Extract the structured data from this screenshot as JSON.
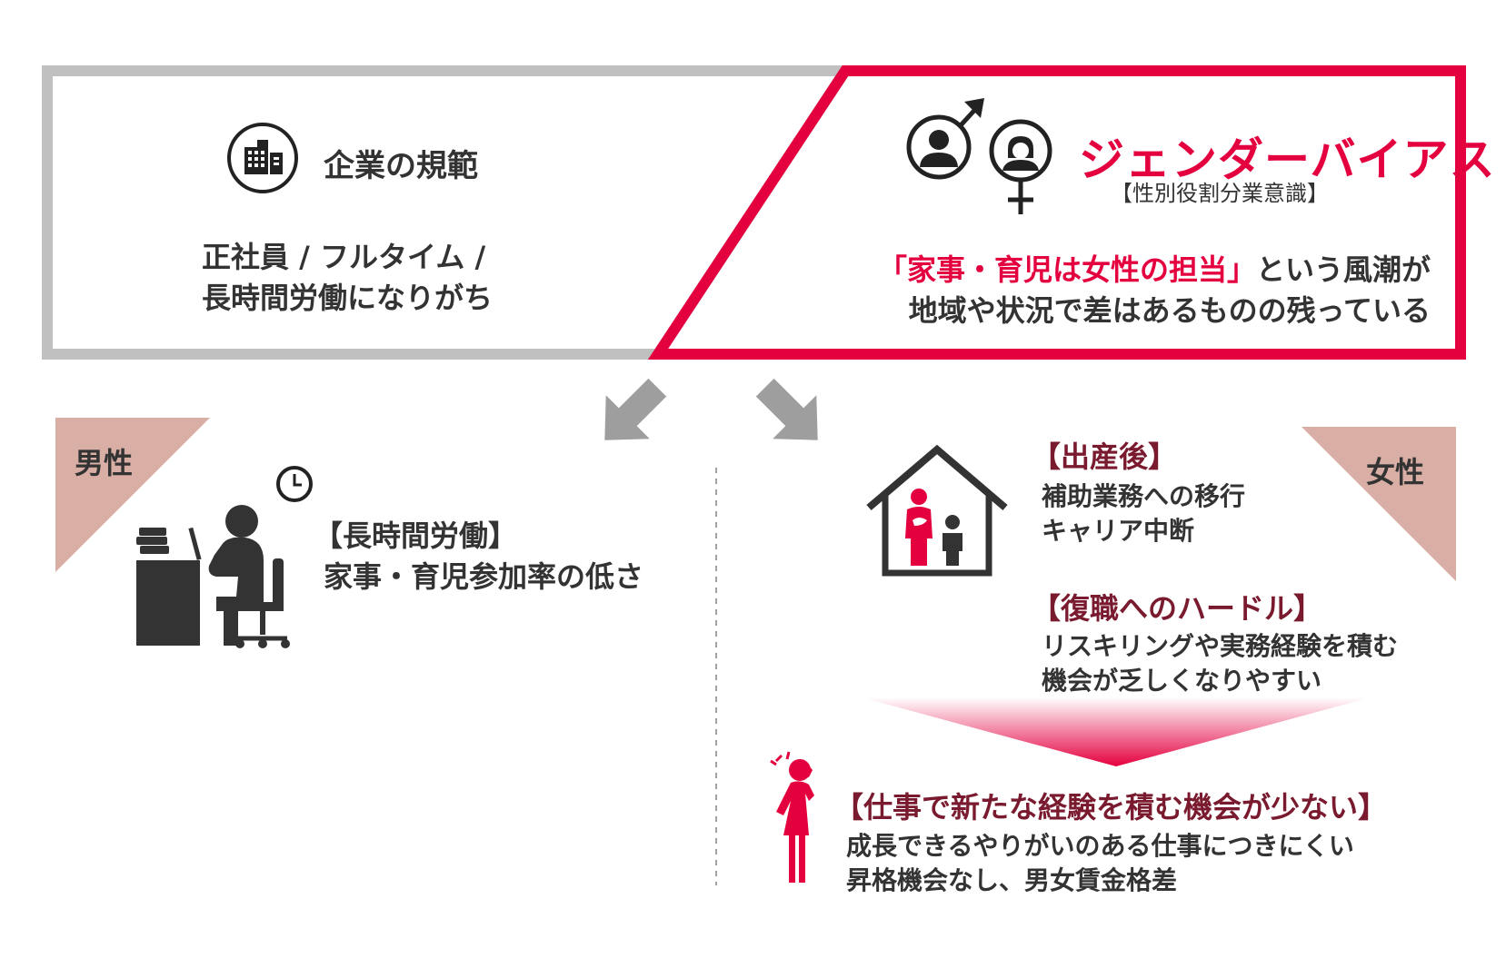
{
  "corporate": {
    "title": "企業の規範",
    "line1": "正社員 / フルタイム /",
    "line2": "長時間労働になりがち",
    "icon": "building-icon"
  },
  "gender_bias": {
    "title": "ジェンダーバイアス",
    "subtitle": "【性別役割分業意識】",
    "line1_highlight": "「家事・育児は女性の担当」",
    "line1_rest": "という風潮が",
    "line2": "地域や状況で差はあるものの残っている",
    "icons": [
      "male-symbol-icon",
      "female-symbol-icon"
    ]
  },
  "male": {
    "tag": "男性",
    "heading": "【長時間労働】",
    "body": "家事・育児参加率の低さ",
    "icons": [
      "clock-icon",
      "desk-worker-icon"
    ]
  },
  "female": {
    "tag": "女性",
    "after_birth_heading": "【出産後】",
    "after_birth_line1": "補助業務への移行",
    "after_birth_line2": "キャリア中断",
    "return_heading": "【復職へのハードル】",
    "return_line1": "リスキリングや実務経験を積む",
    "return_line2": "機会が乏しくなりやすい",
    "result_heading": "【仕事で新たな経験を積む機会が少ない】",
    "result_line1": "成長できるやりがいのある仕事につきにくい",
    "result_line2": "昇格機会なし、男女賃金格差",
    "icons": [
      "house-mother-child-icon",
      "distressed-woman-icon"
    ]
  },
  "colors": {
    "accent_red": "#e4003f",
    "gray_border": "#c0c0c0",
    "tag_bg": "#d8aea5",
    "dark_text": "#333333",
    "wine_text": "#7a1a2e",
    "arrow_gray": "#9e9e9e"
  }
}
